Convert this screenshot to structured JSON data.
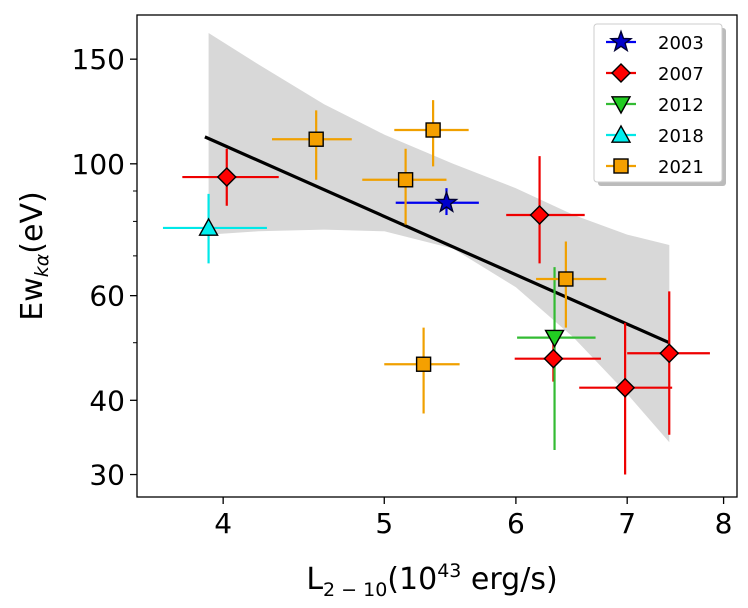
{
  "chart_data": {
    "type": "scatter",
    "xscale": "log",
    "yscale": "log",
    "xlim": [
      3.55,
      8.15
    ],
    "ylim": [
      27.5,
      178
    ],
    "x_ticks": [
      4,
      5,
      6,
      7,
      8
    ],
    "y_ticks": [
      30,
      40,
      60,
      100,
      150
    ],
    "xlabel": {
      "main": "L",
      "sub": "2 − 10",
      "rest": "(10",
      "sup": "43",
      "tail": " erg/s)"
    },
    "ylabel": {
      "main": "Ew",
      "sub": "kα",
      "tail": "(eV)"
    },
    "legend_position": "top-right",
    "series": [
      {
        "name": "2003",
        "marker": "star",
        "color": "#0000cc",
        "errcolor": "#0000ee",
        "points": [
          {
            "x": 5.45,
            "y": 86,
            "xerr": [
              5.08,
              5.7
            ],
            "yerr": [
              82,
              91
            ]
          }
        ]
      },
      {
        "name": "2007",
        "marker": "diamond",
        "color": "#ff0000",
        "errcolor": "#ee0000",
        "points": [
          {
            "x": 4.02,
            "y": 95,
            "xerr": [
              3.78,
              4.32
            ],
            "yerr": [
              85,
              106
            ]
          },
          {
            "x": 6.2,
            "y": 82,
            "xerr": [
              5.92,
              6.6
            ],
            "yerr": [
              68,
              103
            ]
          },
          {
            "x": 6.32,
            "y": 47,
            "xerr": [
              5.99,
              6.75
            ],
            "yerr": [
              43,
              50
            ]
          },
          {
            "x": 6.98,
            "y": 42,
            "xerr": [
              6.55,
              7.45
            ],
            "yerr": [
              30,
              54
            ]
          },
          {
            "x": 7.42,
            "y": 48,
            "xerr": [
              7.0,
              7.85
            ],
            "yerr": [
              35,
              61
            ]
          }
        ]
      },
      {
        "name": "2012",
        "marker": "triangle-down",
        "color": "#22cc22",
        "errcolor": "#33bb33",
        "points": [
          {
            "x": 6.33,
            "y": 51,
            "xerr": [
              6.01,
              6.7
            ],
            "yerr": [
              33,
              67
            ]
          }
        ]
      },
      {
        "name": "2018",
        "marker": "triangle-up",
        "color": "#00eeee",
        "errcolor": "#00e8e8",
        "points": [
          {
            "x": 3.92,
            "y": 78,
            "xerr": [
              3.68,
              4.25
            ],
            "yerr": [
              68,
              89
            ]
          }
        ]
      },
      {
        "name": "2021",
        "marker": "square",
        "color": "#f5a000",
        "errcolor": "#f0a000",
        "points": [
          {
            "x": 4.55,
            "y": 110,
            "xerr": [
              4.28,
              4.78
            ],
            "yerr": [
              94,
              123
            ]
          },
          {
            "x": 5.15,
            "y": 94,
            "xerr": [
              4.85,
              5.45
            ],
            "yerr": [
              79,
              106
            ]
          },
          {
            "x": 5.35,
            "y": 114,
            "xerr": [
              5.07,
              5.62
            ],
            "yerr": [
              99,
              128
            ]
          },
          {
            "x": 5.28,
            "y": 46,
            "xerr": [
              5.0,
              5.55
            ],
            "yerr": [
              38,
              53
            ]
          },
          {
            "x": 6.43,
            "y": 64,
            "xerr": [
              6.17,
              6.8
            ],
            "yerr": [
              53,
              74
            ]
          }
        ]
      }
    ],
    "fit": {
      "color": "#000000",
      "from": {
        "x": 3.9,
        "y": 111
      },
      "to": {
        "x": 7.42,
        "y": 50
      }
    },
    "confidence_band": {
      "color": "#d8d8d8",
      "upper": [
        [
          3.92,
          166
        ],
        [
          4.2,
          147
        ],
        [
          4.6,
          126
        ],
        [
          5.0,
          112
        ],
        [
          5.5,
          100
        ],
        [
          6.0,
          91
        ],
        [
          6.5,
          82
        ],
        [
          7.0,
          76
        ],
        [
          7.42,
          73
        ]
      ],
      "lower": [
        [
          3.92,
          76
        ],
        [
          4.2,
          77
        ],
        [
          4.6,
          77.5
        ],
        [
          5.0,
          77
        ],
        [
          5.5,
          72
        ],
        [
          6.0,
          62
        ],
        [
          6.5,
          51
        ],
        [
          7.0,
          41
        ],
        [
          7.42,
          34
        ]
      ]
    }
  }
}
